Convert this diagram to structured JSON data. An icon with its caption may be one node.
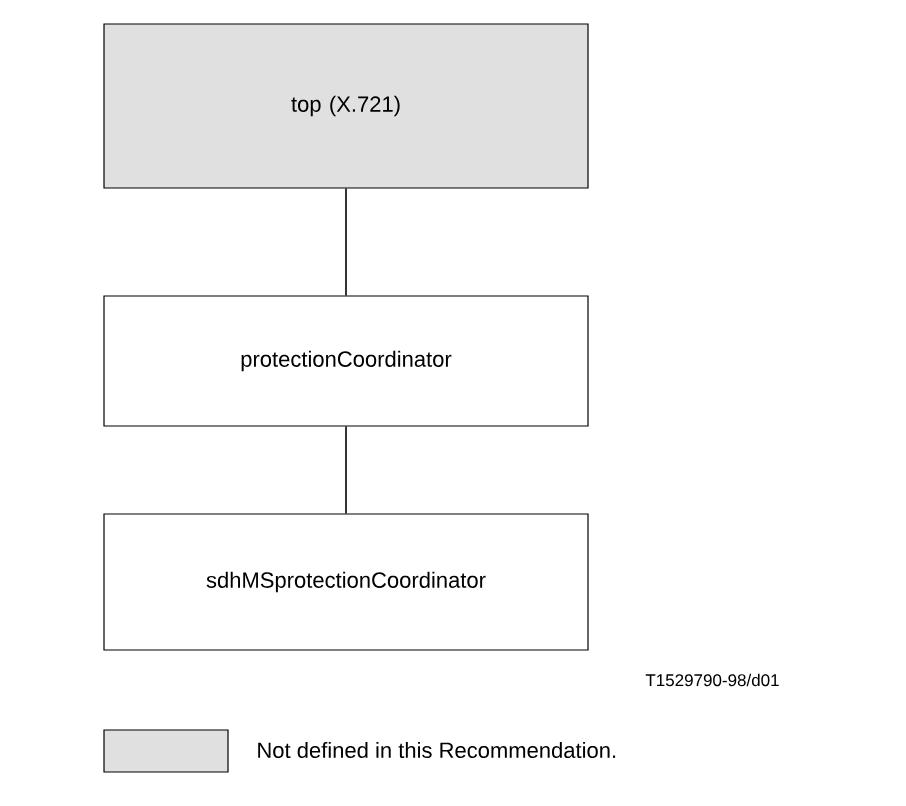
{
  "diagram": {
    "nodes": [
      {
        "text": [
          "top (X.721)"
        ]
      },
      {
        "text": [
          "protectionCoordinator"
        ]
      },
      {
        "text": [
          "sdhMSprotectionCoordinator"
        ]
      }
    ],
    "edges": [
      {
        "from": 0,
        "to": 1,
        "arrow": "none"
      },
      {
        "from": 1,
        "to": 2,
        "arrow": "none"
      }
    ],
    "labels": [
      "T1529790-98/d01"
    ],
    "legend": [
      {
        "text": "Not defined in this Recommendation.",
        "color": "#e0e0e0"
      }
    ]
  }
}
